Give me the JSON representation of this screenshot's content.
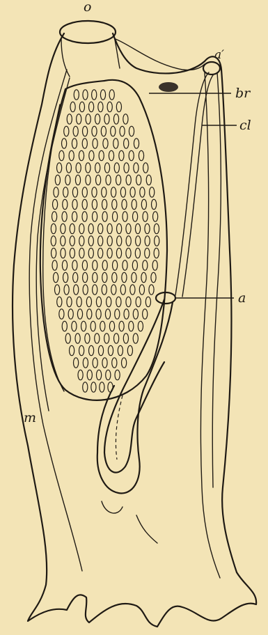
{
  "figure": {
    "labels": {
      "oral": "o",
      "atrial_upper": "a′",
      "branchial": "br",
      "cloaca": "cl",
      "atrial_lower": "a",
      "mantle": "m"
    }
  }
}
